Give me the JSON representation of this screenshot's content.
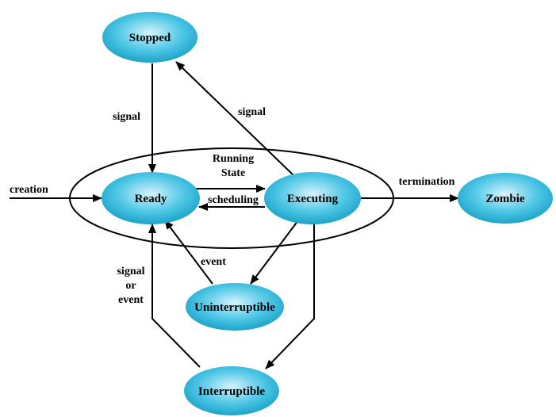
{
  "diagram": {
    "running_state_label_line1": "Running",
    "running_state_label_line2": "State",
    "states": {
      "stopped": "Stopped",
      "ready": "Ready",
      "executing": "Executing",
      "zombie": "Zombie",
      "uninterruptible": "Uninterruptible",
      "interruptible": "Interruptible"
    },
    "edge_labels": {
      "creation": "creation",
      "signal_stopped_ready": "signal",
      "signal_executing_stopped": "signal",
      "scheduling": "scheduling",
      "termination": "termination",
      "event": "event",
      "signal_or_event_line1": "signal",
      "signal_or_event_line2": "or",
      "signal_or_event_line3": "event"
    },
    "colors": {
      "node_light": "#d7f3fb",
      "node_mid": "#4fc7e6",
      "node_dark": "#149dc4",
      "line": "#000000"
    }
  }
}
